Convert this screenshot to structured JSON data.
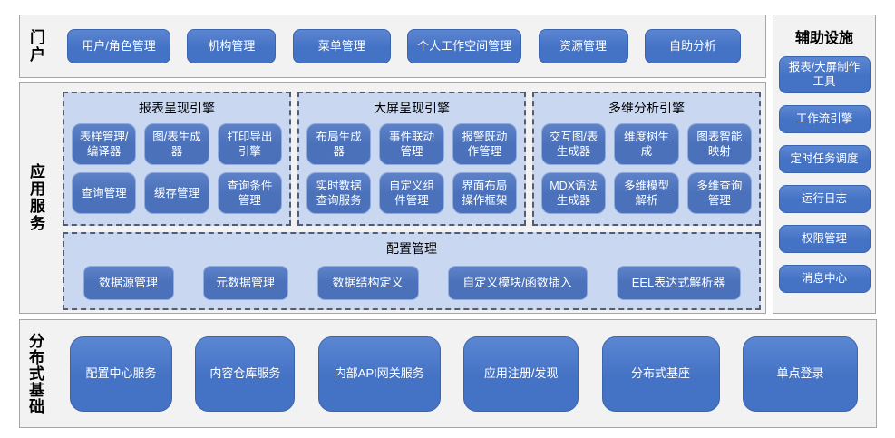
{
  "portal": {
    "label": "门户",
    "buttons": [
      "用户/角色管理",
      "机构管理",
      "菜单管理",
      "个人工作空间管理",
      "资源管理",
      "自助分析"
    ]
  },
  "app_services": {
    "label": "应用服务",
    "engines": [
      {
        "title": "报表呈现引擎",
        "nodes": [
          "表样管理/编译器",
          "图/表生成器",
          "打印导出引擎",
          "查询管理",
          "缓存管理",
          "查询条件管理"
        ]
      },
      {
        "title": "大屏呈现引擎",
        "nodes": [
          "布局生成器",
          "事件联动管理",
          "报警既动作管理",
          "实时数据查询服务",
          "自定义组件管理",
          "界面布局操作框架"
        ]
      },
      {
        "title": "多维分析引擎",
        "nodes": [
          "交互图/表生成器",
          "维度树生成",
          "图表智能映射",
          "MDX语法生成器",
          "多维模型解析",
          "多维查询管理"
        ]
      }
    ],
    "config": {
      "title": "配置管理",
      "nodes": [
        "数据源管理",
        "元数据管理",
        "数据结构定义",
        "自定义模块/函数插入",
        "EEL表达式解析器"
      ]
    }
  },
  "auxiliary": {
    "title": "辅助设施",
    "nodes": [
      "报表/大屏制作工具",
      "工作流引擎",
      "定时任务调度",
      "运行日志",
      "权限管理",
      "消息中心"
    ]
  },
  "foundation": {
    "label": "分布式基础",
    "nodes": [
      "配置中心服务",
      "内容仓库服务",
      "内部API网关服务",
      "应用注册/发现",
      "分布式基座",
      "单点登录"
    ]
  },
  "colors": {
    "node_blue": "#4472C4",
    "sub_node_blue": "#4A71BA",
    "panel_background": "#C9D7F1",
    "section_background": "#F2F2F2",
    "section_border": "#A6A6A6",
    "dashed_border": "#555C6E",
    "node_text": "#FFFFFF",
    "label_text": "#000000"
  }
}
